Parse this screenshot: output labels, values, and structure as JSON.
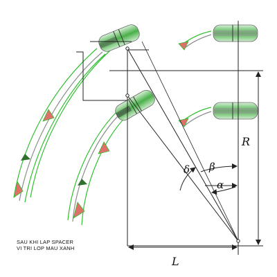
{
  "caption": {
    "line1": "SAU KHI LAP SPACER",
    "line2": "VI TRI LOP MAU XANH"
  },
  "labels": {
    "R": "R",
    "L": "L",
    "alpha": "α",
    "beta": "β",
    "delta": "δ"
  },
  "colors": {
    "tire_green": "#3fae3f",
    "tire_light": "#bfe6bf",
    "tire_gray": "#9a9a9a",
    "track_green": "#2fbf2f",
    "track_gray": "#8c8c8c",
    "arrow_red": "#e0706a",
    "line": "#222222"
  }
}
